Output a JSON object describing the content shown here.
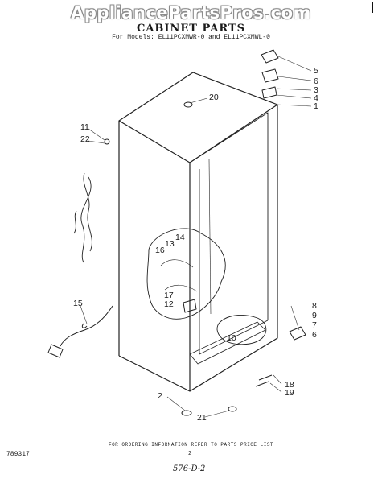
{
  "watermark": "AppliancePartsPros.com",
  "title": "CABINET PARTS",
  "subtitle": "For Models: EL11PCXMWR-0 and EL11PCXMWL-0",
  "callouts": [
    "5",
    "6",
    "3",
    "4",
    "1",
    "20",
    "11",
    "22",
    "16",
    "13",
    "14",
    "17",
    "12",
    "15",
    "8",
    "9",
    "7",
    "6",
    "10",
    "2",
    "21",
    "18",
    "19"
  ],
  "footer_text": "FOR ORDERING INFORMATION REFER TO PARTS PRICE LIST",
  "page_number": "2",
  "doc_number": "789317",
  "handwritten_code": "576-D-2"
}
